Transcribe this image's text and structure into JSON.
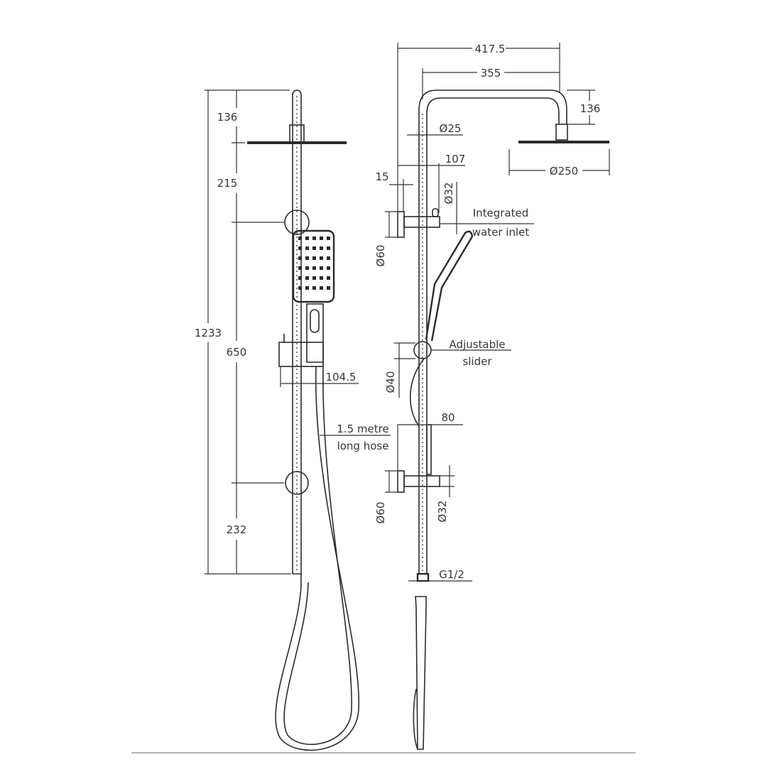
{
  "front_view": {
    "dims": {
      "overall_height": "1233",
      "top_to_head": "136",
      "head_to_bracket": "215",
      "bracket_to_bracket": "650",
      "bracket_to_bottom": "232",
      "slider_width": "104.5"
    },
    "hose_label": [
      "1.5 metre",
      "long hose"
    ]
  },
  "side_view": {
    "dims": {
      "overall_width": "417.5",
      "arm_reach": "355",
      "head_drop": "136",
      "head_diameter": "Ø250",
      "rail_diameter": "Ø25",
      "bracket_depth": "107",
      "wall_offset": "15",
      "inlet_diameter": "Ø32",
      "plate_diameter_top": "Ø60",
      "slider_diameter": "Ø40",
      "bottom_bracket_depth": "80",
      "plate_diameter_bottom": "Ø60",
      "bottom_inlet_diameter": "Ø32",
      "thread": "G1/2"
    },
    "inlet_label": [
      "Integrated",
      "water inlet"
    ],
    "slider_label": [
      "Adjustable",
      "slider"
    ]
  },
  "colors": {
    "line": "#2b2b2b",
    "text": "#3a3434",
    "ground": "#9a9a9a"
  }
}
